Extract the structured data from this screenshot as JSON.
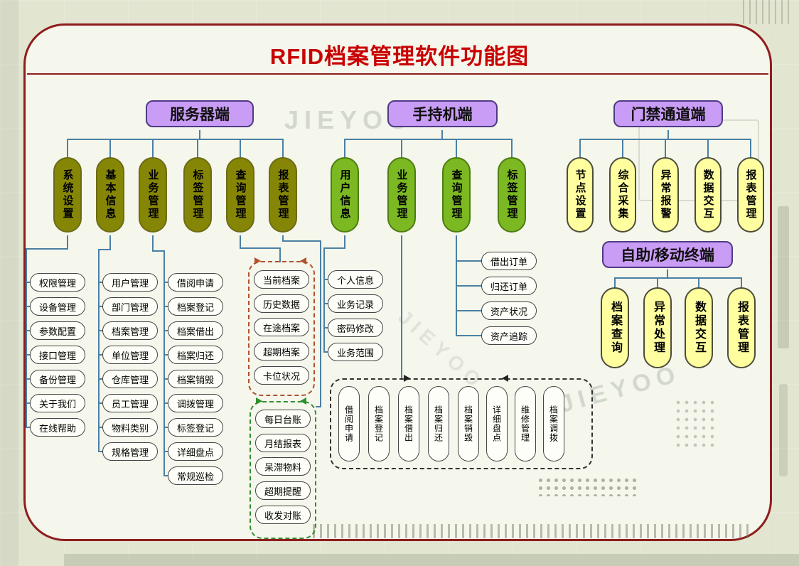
{
  "title": "RFID档案管理软件功能图",
  "watermark": "JIEYOO",
  "colors": {
    "border_red": "#8f1d1d",
    "title_red": "#c80000",
    "purple_node": "#c99cf5",
    "olive_node": "#868606",
    "green_node": "#7bb822",
    "yellow_node": "#ffffa0",
    "connector_blue": "#4a80a4",
    "dashed_red": "#b0522d",
    "dashed_green": "#2f8f2f",
    "dashed_black": "#333333"
  },
  "top_nodes": {
    "server": "服务器端",
    "handheld": "手持机端",
    "gate": "门禁通道端",
    "self_mobile": "自助/移动终端"
  },
  "server_modules": [
    "系统设置",
    "基本信息",
    "业务管理",
    "标签管理",
    "查询管理",
    "报表管理"
  ],
  "handheld_modules": [
    "用户信息",
    "业务管理",
    "查询管理",
    "标签管理"
  ],
  "gate_modules": [
    "节点设置",
    "综合采集",
    "异常报警",
    "数据交互",
    "报表管理"
  ],
  "self_mobile_modules": [
    "档案查询",
    "异常处理",
    "数据交互",
    "报表管理"
  ],
  "system_setting_items": [
    "权限管理",
    "设备管理",
    "参数配置",
    "接口管理",
    "备份管理",
    "关于我们",
    "在线帮助"
  ],
  "basic_info_items": [
    "用户管理",
    "部门管理",
    "档案管理",
    "单位管理",
    "仓库管理",
    "员工管理",
    "物料类别",
    "规格管理"
  ],
  "business_items": [
    "借阅申请",
    "档案登记",
    "档案借出",
    "档案归还",
    "档案销毁",
    "调拨管理",
    "标签登记",
    "详细盘点",
    "常规巡检"
  ],
  "query_items": [
    "当前档案",
    "历史数据",
    "在途档案",
    "超期档案",
    "卡位状况"
  ],
  "report_items": [
    "每日台账",
    "月结报表",
    "呆滞物料",
    "超期提醒",
    "收发对账"
  ],
  "user_info_items": [
    "个人信息",
    "业务记录",
    "密码修改",
    "业务范围"
  ],
  "handheld_query_items": [
    "借出订单",
    "归还订单",
    "资产状况",
    "资产追踪"
  ],
  "handheld_business_items": [
    "借阅申请",
    "档案登记",
    "档案借出",
    "档案归还",
    "档案销毁",
    "详细盘点",
    "维修管理",
    "档案调拨"
  ]
}
